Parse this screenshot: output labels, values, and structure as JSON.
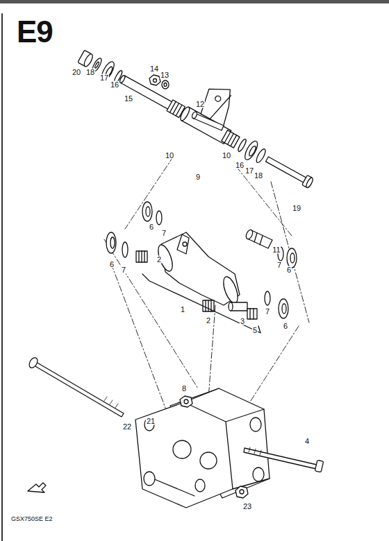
{
  "diagram": {
    "title": "E9",
    "caption": "GSX750SE E2",
    "labels": [
      "20",
      "18",
      "17",
      "16",
      "15",
      "14",
      "13",
      "12",
      "10",
      "10",
      "9",
      "16",
      "17",
      "18",
      "19",
      "6",
      "7",
      "6",
      "7",
      "2",
      "1",
      "2",
      "3",
      "5",
      "11",
      "7",
      "6",
      "7",
      "6",
      "8",
      "21",
      "22",
      "4",
      "23"
    ]
  }
}
